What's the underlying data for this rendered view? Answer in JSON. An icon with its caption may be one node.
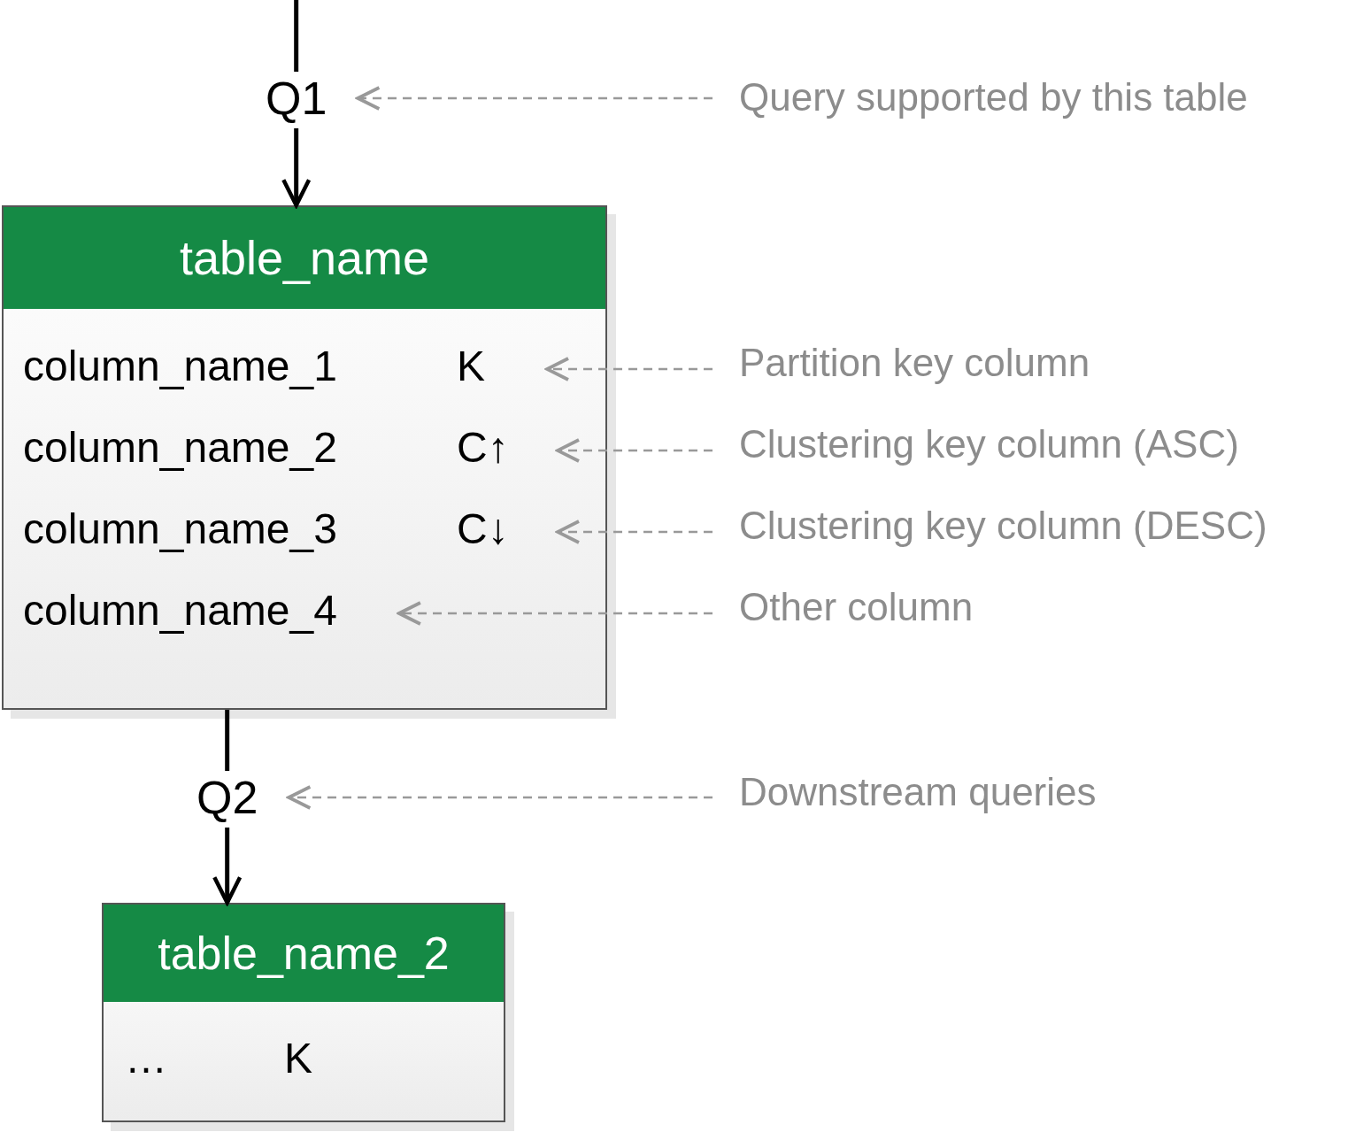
{
  "diagram": {
    "nodes": [
      {
        "text": [
          "Q1"
        ]
      },
      {
        "text": [
          "Query supported by this table"
        ]
      },
      {
        "text": [
          "table_name"
        ]
      },
      {
        "text": [
          "column_name_1",
          "K"
        ],
        "in": 2
      },
      {
        "text": [
          "column_name_2",
          "C↑"
        ],
        "in": 2
      },
      {
        "text": [
          "column_name_3",
          "C↓"
        ],
        "in": 2
      },
      {
        "text": [
          "column_name_4"
        ],
        "in": 2
      },
      {
        "text": [
          "Partition key column"
        ]
      },
      {
        "text": [
          "Clustering key column (ASC)"
        ]
      },
      {
        "text": [
          "Clustering key column (DESC)"
        ]
      },
      {
        "text": [
          "Other column"
        ]
      },
      {
        "text": [
          "Q2"
        ]
      },
      {
        "text": [
          "Downstream queries"
        ]
      },
      {
        "text": [
          "table_name_2"
        ]
      },
      {
        "text": [
          "…",
          "K"
        ],
        "in": 13
      }
    ],
    "edges": [
      {
        "from": null,
        "to": 0,
        "arrow": "none",
        "style": "thick",
        "color": "#000000"
      },
      {
        "from": 0,
        "to": 2,
        "arrow": "to",
        "style": "thick",
        "color": "#000000"
      },
      {
        "from": 1,
        "to": 0,
        "arrow": "to",
        "style": "dashed",
        "color": "#999999"
      },
      {
        "from": 7,
        "to": 3,
        "arrow": "to",
        "style": "dashed",
        "color": "#999999"
      },
      {
        "from": 8,
        "to": 4,
        "arrow": "to",
        "style": "dashed",
        "color": "#999999"
      },
      {
        "from": 9,
        "to": 5,
        "arrow": "to",
        "style": "dashed",
        "color": "#999999"
      },
      {
        "from": 10,
        "to": 6,
        "arrow": "to",
        "style": "dashed",
        "color": "#999999"
      },
      {
        "from": 2,
        "to": 11,
        "arrow": "none",
        "style": "thick",
        "color": "#000000"
      },
      {
        "from": 11,
        "to": 13,
        "arrow": "to",
        "style": "thick",
        "color": "#000000"
      },
      {
        "from": 12,
        "to": 11,
        "arrow": "to",
        "style": "dashed",
        "color": "#999999"
      }
    ]
  }
}
